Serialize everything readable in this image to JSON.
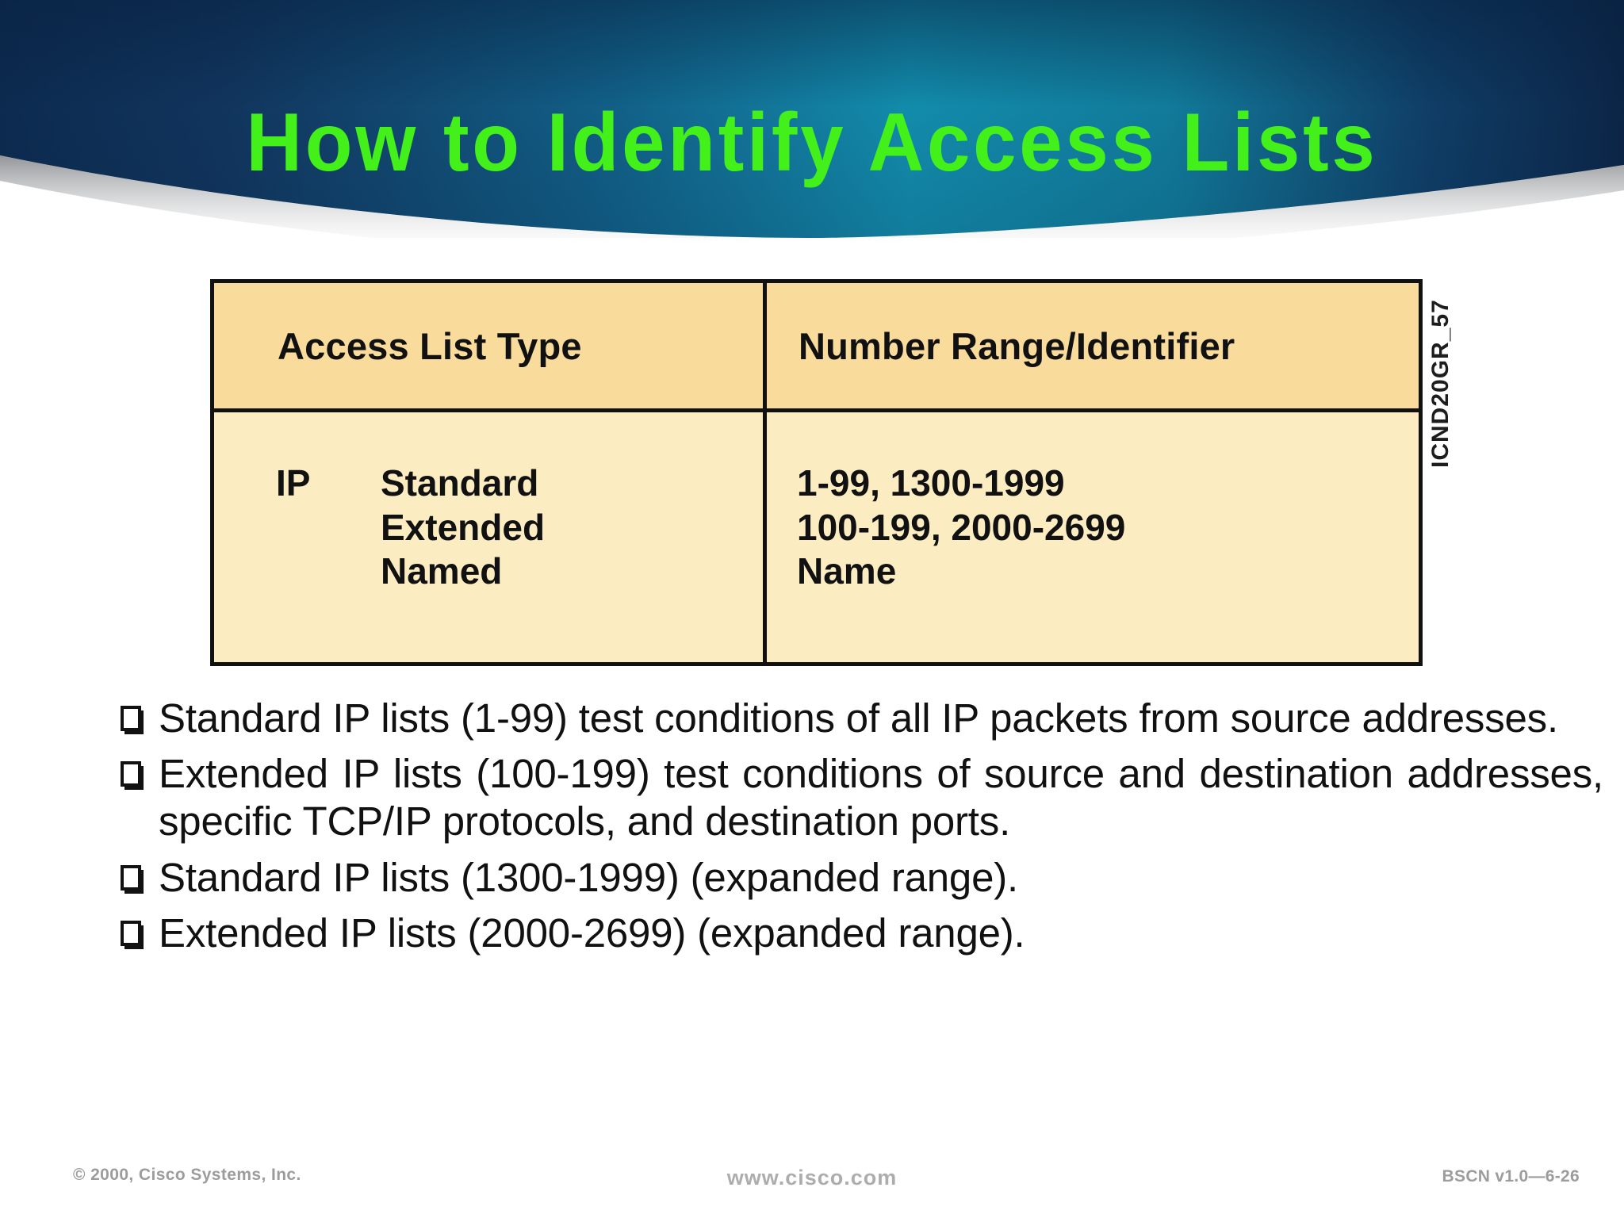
{
  "header": {
    "title": "How to Identify Access Lists",
    "title_color": "#43f019",
    "gradient_edge_color": "#10365f",
    "gradient_center_color": "#1196b4"
  },
  "table": {
    "header_bg": "#f9dc9c",
    "body_bg": "#fbecc2",
    "border_color": "#111111",
    "columns": [
      "Access List Type",
      "Number Range/Identifier"
    ],
    "rows": [
      {
        "protocol": "IP",
        "subtypes": [
          "Standard",
          "Extended",
          "Named"
        ],
        "ranges": [
          "1-99, 1300-1999",
          "100-199, 2000-2699",
          "Name"
        ]
      }
    ]
  },
  "source_code": "ICND20GR_57",
  "bullets": [
    {
      "marker": "hollow-square-bullet",
      "text": "Standard IP lists (1-99) test conditions of all IP packets from source addresses.",
      "justified": true
    },
    {
      "marker": "hollow-square-bullet",
      "text": "Extended IP lists (100-199) test conditions of source and destination addresses, specific TCP/IP protocols, and destination ports.",
      "justified": true
    },
    {
      "marker": "hollow-square-bullet",
      "text": "Standard IP lists (1300-1999) (expanded range).",
      "justified": false
    },
    {
      "marker": "hollow-square-bullet",
      "text": "Extended IP lists (2000-2699) (expanded range).",
      "justified": false
    }
  ],
  "footer": {
    "copyright": "© 2000, Cisco Systems, Inc.",
    "website": "www.cisco.com",
    "reference": "BSCN v1.0—6-26"
  }
}
